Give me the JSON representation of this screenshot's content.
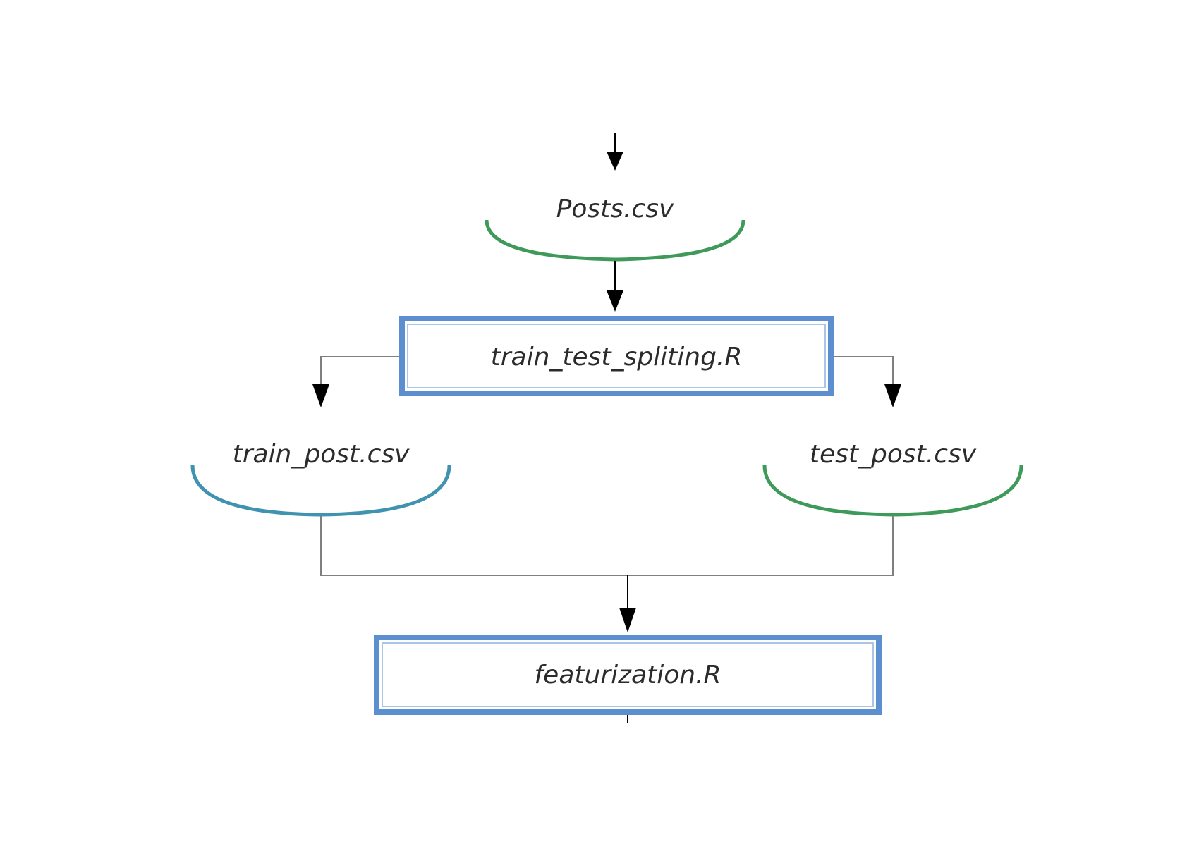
{
  "nodes": {
    "posts": {
      "label": "Posts.csv"
    },
    "split": {
      "label": "train_test_spliting.R"
    },
    "train": {
      "label": "train_post.csv"
    },
    "test": {
      "label": "test_post.csv"
    },
    "feat": {
      "label": "featurization.R"
    }
  },
  "colors": {
    "process_border": "#5b8fcf",
    "process_border_light": "#a9c6e8",
    "data_green": "#3f9a5a",
    "data_teal": "#3f93b0",
    "connector": "#7f7f7f",
    "arrow": "#000000",
    "text": "#2b2b2b"
  }
}
